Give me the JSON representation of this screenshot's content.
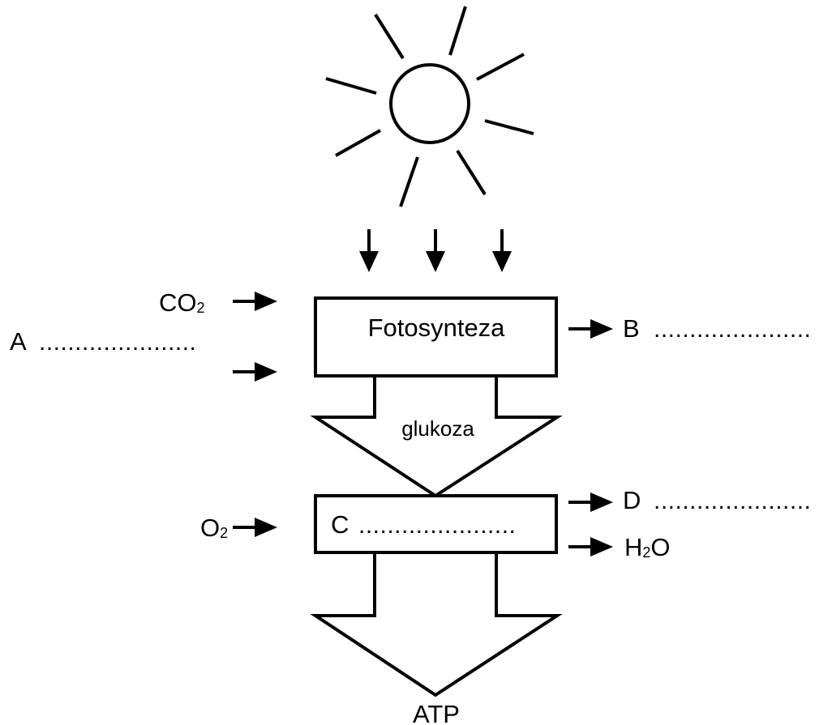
{
  "diagram": {
    "photosynthesis_box": "Fotosynteza",
    "glucose_label": "glukoza",
    "respiration_box": {
      "letter": "C",
      "dots": "......................"
    },
    "inputs": {
      "co2": {
        "main": "CO",
        "sub": "2"
      },
      "a": {
        "letter": "A",
        "dots": "......................"
      },
      "o2": {
        "main": "O",
        "sub": "2"
      }
    },
    "outputs": {
      "b": {
        "letter": "B",
        "dots": "......................"
      },
      "d": {
        "letter": "D",
        "dots": "......................"
      },
      "h2o": {
        "pre": "H",
        "sub": "2",
        "post": "O"
      }
    },
    "final_product": "ATP"
  },
  "icons": [
    "sun-icon",
    "light-arrow-icon"
  ]
}
